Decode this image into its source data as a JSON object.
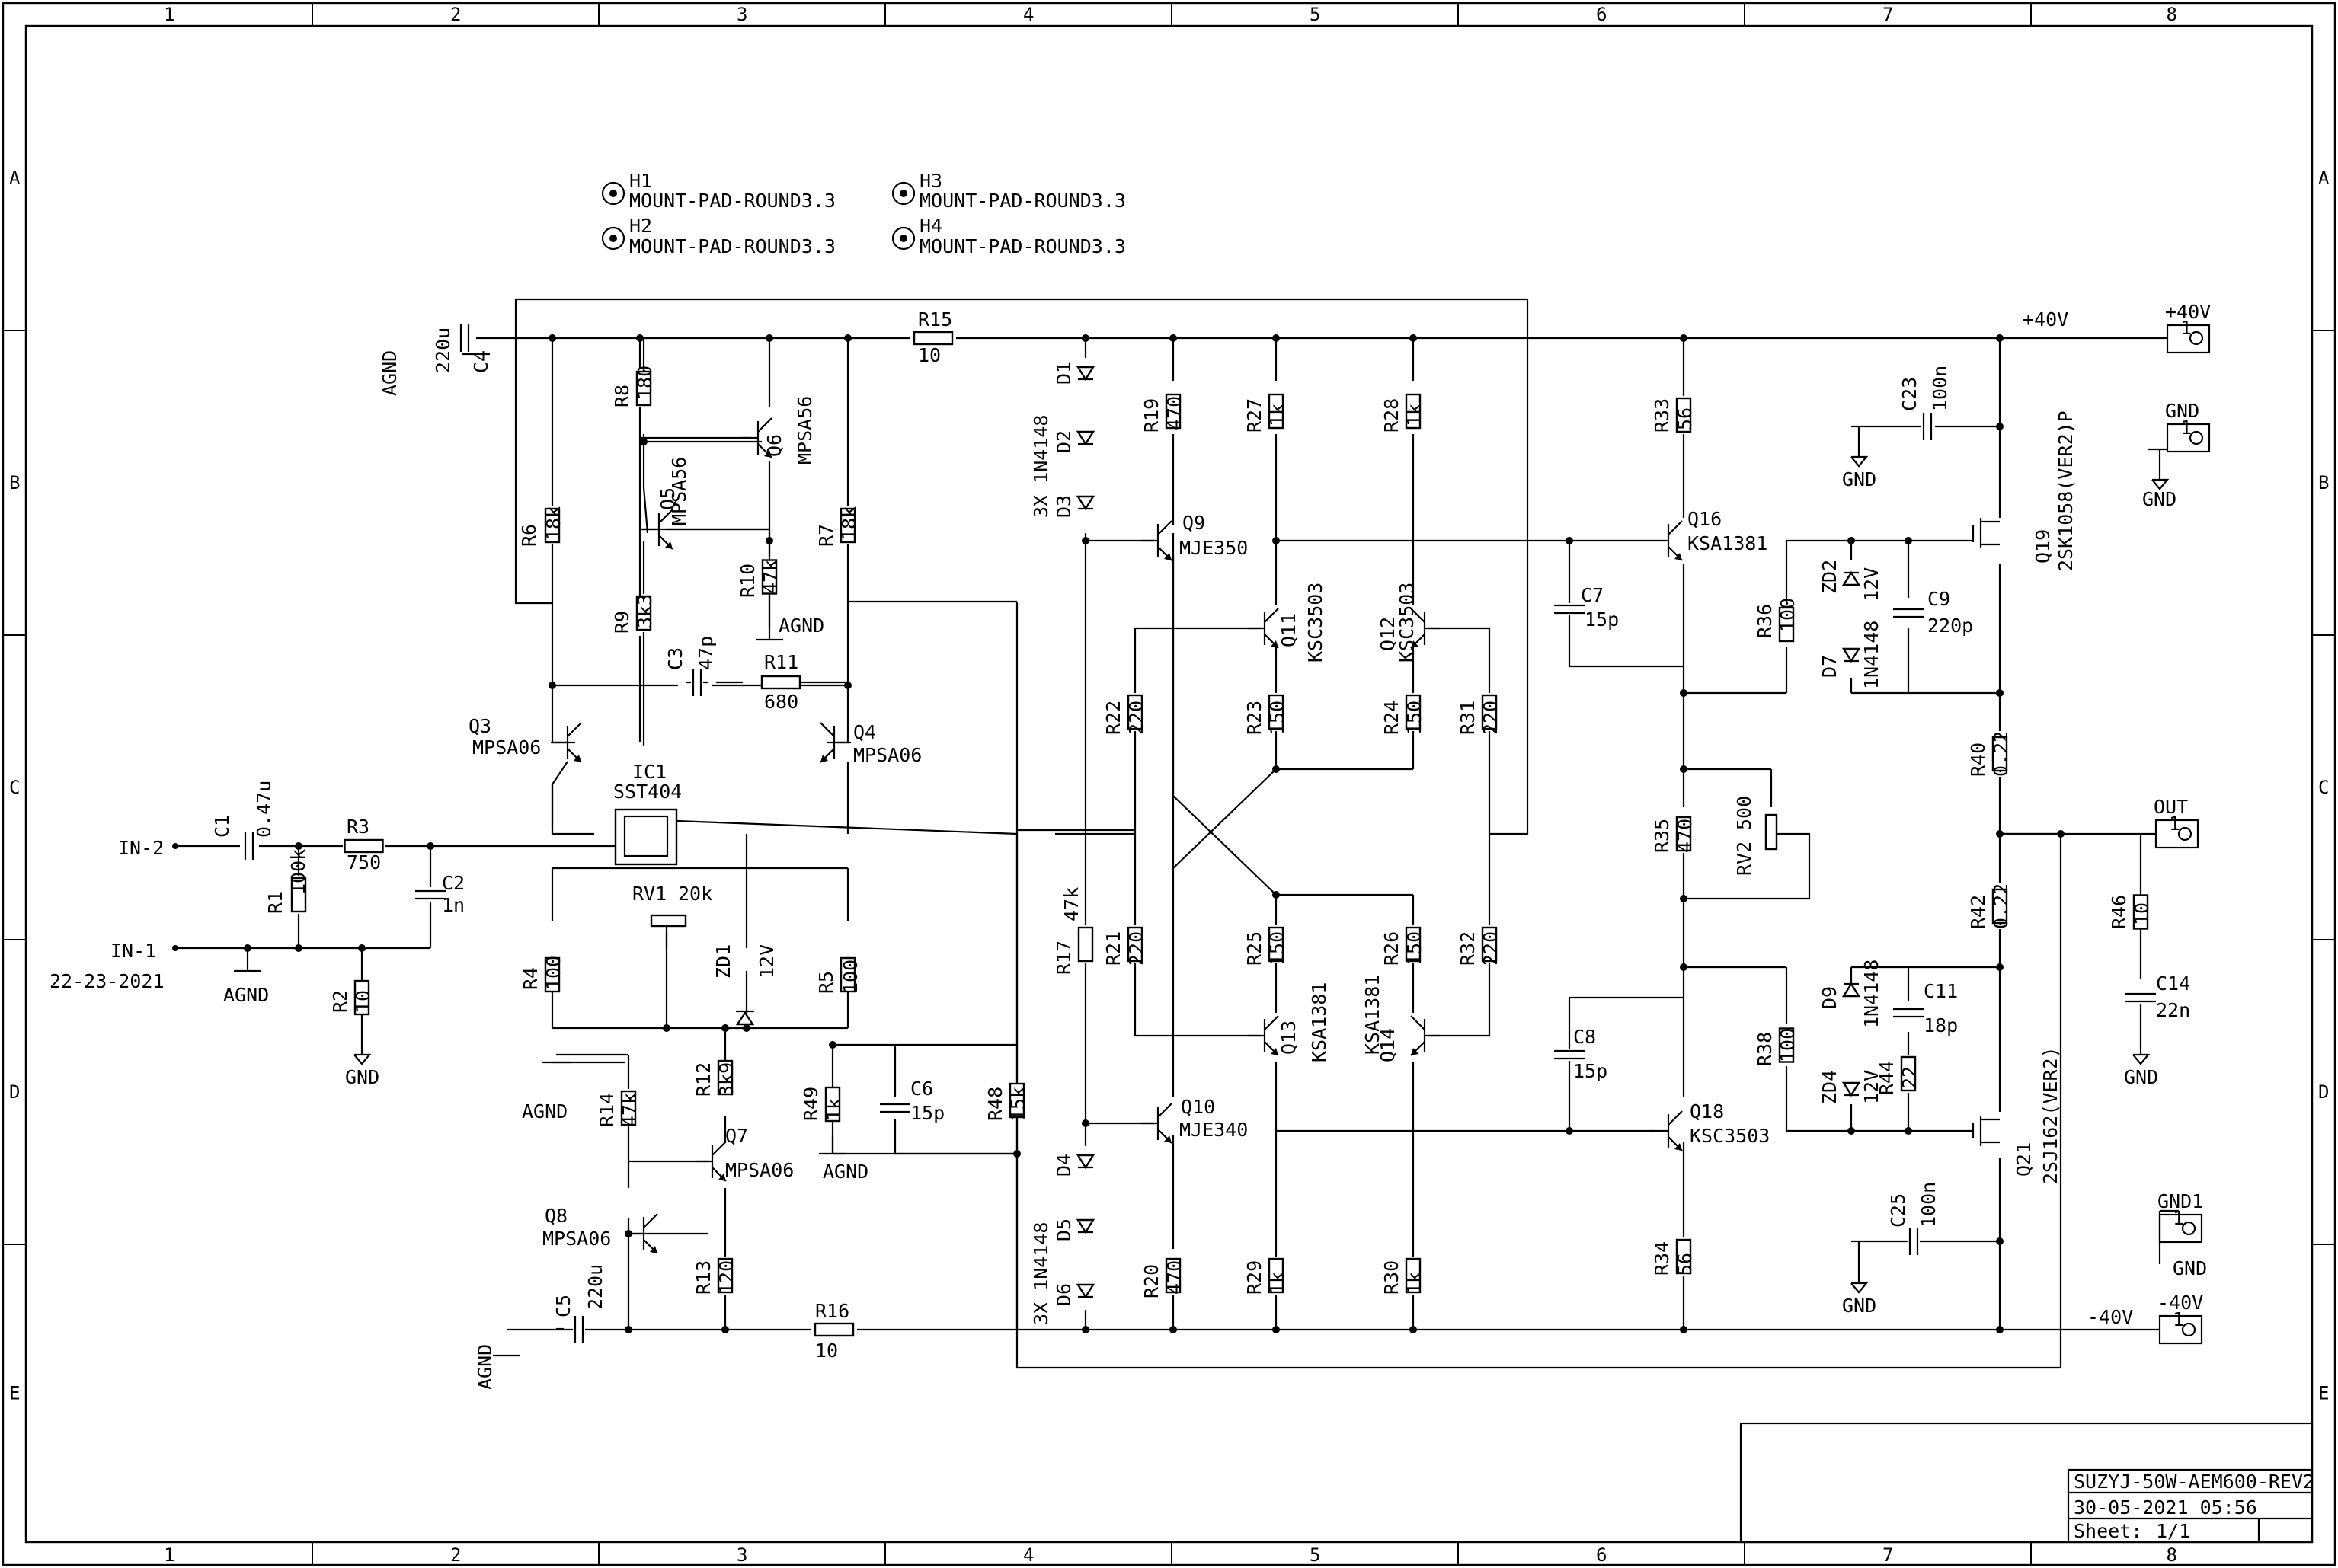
{
  "frame": {
    "columns": [
      "1",
      "2",
      "3",
      "4",
      "5",
      "6",
      "7",
      "8"
    ],
    "rows": [
      "A",
      "B",
      "C",
      "D",
      "E"
    ]
  },
  "title_block": {
    "project": "SUZYJ-50W-AEM600-REV2",
    "date": "30-05-2021 05:56",
    "sheet_label": "Sheet:",
    "sheet_value": "1/1"
  },
  "mount_pads": [
    {
      "ref": "H1",
      "value": "MOUNT-PAD-ROUND3.3"
    },
    {
      "ref": "H2",
      "value": "MOUNT-PAD-ROUND3.3"
    },
    {
      "ref": "H3",
      "value": "MOUNT-PAD-ROUND3.3"
    },
    {
      "ref": "H4",
      "value": "MOUNT-PAD-ROUND3.3"
    }
  ],
  "connectors": {
    "p40": {
      "ref": "+40V",
      "pin": "1",
      "net": "+40V"
    },
    "gnd": {
      "ref": "GND",
      "pin": "1",
      "net": "GND"
    },
    "out": {
      "ref": "OUT",
      "pin": "1"
    },
    "gnd1": {
      "ref": "GND1",
      "pin": "1",
      "net": "GND"
    },
    "m40": {
      "ref": "-40V",
      "pin": "1",
      "net": "-40V"
    }
  },
  "inputs": {
    "in2": "IN-2",
    "in1": "IN-1",
    "in1_date": "22-23-2021"
  },
  "nets": {
    "agnd": "AGND",
    "gnd": "GND"
  },
  "components": {
    "R1": {
      "ref": "R1",
      "value": "100k"
    },
    "R2": {
      "ref": "R2",
      "value": "10"
    },
    "R3": {
      "ref": "R3",
      "value": "750"
    },
    "R4": {
      "ref": "R4",
      "value": "100"
    },
    "R5": {
      "ref": "R5",
      "value": "100"
    },
    "R6": {
      "ref": "R6",
      "value": "18k"
    },
    "R7": {
      "ref": "R7",
      "value": "18k"
    },
    "R8": {
      "ref": "R8",
      "value": "180"
    },
    "R9": {
      "ref": "R9",
      "value": "3k3"
    },
    "R10": {
      "ref": "R10",
      "value": "47k"
    },
    "R11": {
      "ref": "R11",
      "value": "680"
    },
    "R12": {
      "ref": "R12",
      "value": "3k9"
    },
    "R13": {
      "ref": "R13",
      "value": "120"
    },
    "R14": {
      "ref": "R14",
      "value": "47k"
    },
    "R15": {
      "ref": "R15",
      "value": "10"
    },
    "R16": {
      "ref": "R16",
      "value": "10"
    },
    "R17": {
      "ref": "R17",
      "value": "47k"
    },
    "R19": {
      "ref": "R19",
      "value": "470"
    },
    "R20": {
      "ref": "R20",
      "value": "470"
    },
    "R21": {
      "ref": "R21",
      "value": "220"
    },
    "R22": {
      "ref": "R22",
      "value": "220"
    },
    "R23": {
      "ref": "R23",
      "value": "150"
    },
    "R24": {
      "ref": "R24",
      "value": "150"
    },
    "R25": {
      "ref": "R25",
      "value": "150"
    },
    "R26": {
      "ref": "R26",
      "value": "150"
    },
    "R27": {
      "ref": "R27",
      "value": "1k"
    },
    "R28": {
      "ref": "R28",
      "value": "1k"
    },
    "R29": {
      "ref": "R29",
      "value": "1k"
    },
    "R30": {
      "ref": "R30",
      "value": "1k"
    },
    "R31": {
      "ref": "R31",
      "value": "220"
    },
    "R32": {
      "ref": "R32",
      "value": "220"
    },
    "R33": {
      "ref": "R33",
      "value": "56"
    },
    "R34": {
      "ref": "R34",
      "value": "56"
    },
    "R35": {
      "ref": "R35",
      "value": "470"
    },
    "R36": {
      "ref": "R36",
      "value": "100"
    },
    "R38": {
      "ref": "R38",
      "value": "100"
    },
    "R40": {
      "ref": "R40",
      "value": "0.22"
    },
    "R42": {
      "ref": "R42",
      "value": "0.22"
    },
    "R44": {
      "ref": "R44",
      "value": "22"
    },
    "R46": {
      "ref": "R46",
      "value": "10"
    },
    "R48": {
      "ref": "R48",
      "value": "15k"
    },
    "R49": {
      "ref": "R49",
      "value": "1k"
    },
    "C1": {
      "ref": "C1",
      "value": "0.47u"
    },
    "C2": {
      "ref": "C2",
      "value": "1n"
    },
    "C3": {
      "ref": "C3",
      "value": "47p"
    },
    "C4": {
      "ref": "C4",
      "value": "220u"
    },
    "C5": {
      "ref": "C5",
      "value": "220u"
    },
    "C6": {
      "ref": "C6",
      "value": "15p"
    },
    "C7": {
      "ref": "C7",
      "value": "15p"
    },
    "C8": {
      "ref": "C8",
      "value": "15p"
    },
    "C9": {
      "ref": "C9",
      "value": "220p"
    },
    "C11": {
      "ref": "C11",
      "value": "18p"
    },
    "C14": {
      "ref": "C14",
      "value": "22n"
    },
    "C23": {
      "ref": "C23",
      "value": "100n"
    },
    "C25": {
      "ref": "C25",
      "value": "100n"
    },
    "Q3": {
      "ref": "Q3",
      "value": "MPSA06"
    },
    "Q4": {
      "ref": "Q4",
      "value": "MPSA06"
    },
    "Q5": {
      "ref": "Q5",
      "value": "MPSA56"
    },
    "Q6": {
      "ref": "Q6",
      "value": "MPSA56"
    },
    "Q7": {
      "ref": "Q7",
      "value": "MPSA06"
    },
    "Q8": {
      "ref": "Q8",
      "value": "MPSA06"
    },
    "Q9": {
      "ref": "Q9",
      "value": "MJE350"
    },
    "Q10": {
      "ref": "Q10",
      "value": "MJE340"
    },
    "Q11": {
      "ref": "Q11",
      "value": "KSC3503"
    },
    "Q12": {
      "ref": "Q12",
      "value": "KSC3503"
    },
    "Q13": {
      "ref": "Q13",
      "value": "KSA1381"
    },
    "Q14": {
      "ref": "Q14",
      "value": "KSA1381"
    },
    "Q16": {
      "ref": "Q16",
      "value": "KSA1381"
    },
    "Q18": {
      "ref": "Q18",
      "value": "KSC3503"
    },
    "Q19": {
      "ref": "Q19",
      "value": "2SK1058(VER2)P"
    },
    "Q21": {
      "ref": "Q21",
      "value": "2SJ162(VER2)"
    },
    "IC1": {
      "ref": "IC1",
      "value": "SST404"
    },
    "RV1": {
      "ref": "RV1",
      "value": "20k"
    },
    "RV2": {
      "ref": "RV2",
      "value": "500"
    },
    "ZD1": {
      "ref": "ZD1",
      "value": "12V"
    },
    "ZD2": {
      "ref": "ZD2",
      "value": "12V"
    },
    "ZD4": {
      "ref": "ZD4",
      "value": "12V"
    },
    "D7": {
      "ref": "D7",
      "value": "1N4148"
    },
    "D9": {
      "ref": "D9",
      "value": "1N4148"
    },
    "D1": {
      "ref": "D1"
    },
    "D2": {
      "ref": "D2"
    },
    "D3": {
      "ref": "D3"
    },
    "D4": {
      "ref": "D4"
    },
    "D5": {
      "ref": "D5"
    },
    "D6": {
      "ref": "D6"
    },
    "D123": {
      "value": "3X 1N4148"
    },
    "D456": {
      "value": "3X 1N4148"
    }
  }
}
